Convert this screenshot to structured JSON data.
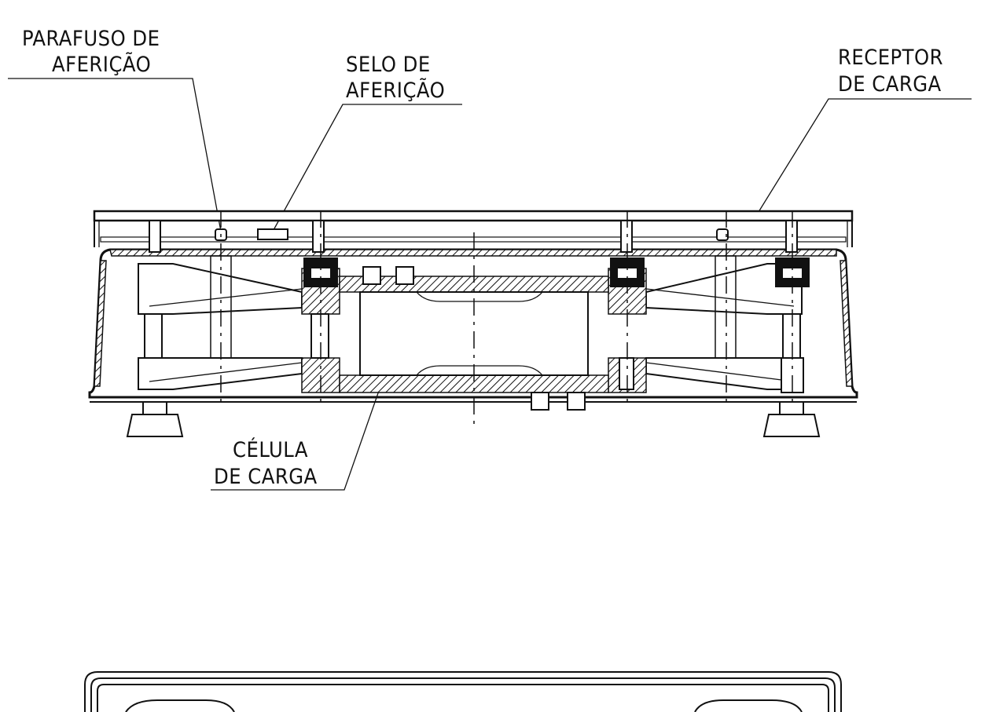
{
  "labels": {
    "calibration_screw": {
      "line1": "PARAFUSO DE",
      "line2": "AFERIÇÃO"
    },
    "calibration_seal": {
      "line1": "SELO DE",
      "line2": "AFERIÇÃO"
    },
    "load_receiver": {
      "line1": "RECEPTOR",
      "line2": "DE CARGA"
    },
    "load_cell": {
      "line1": "CÉLULA",
      "line2": "DE CARGA"
    }
  }
}
